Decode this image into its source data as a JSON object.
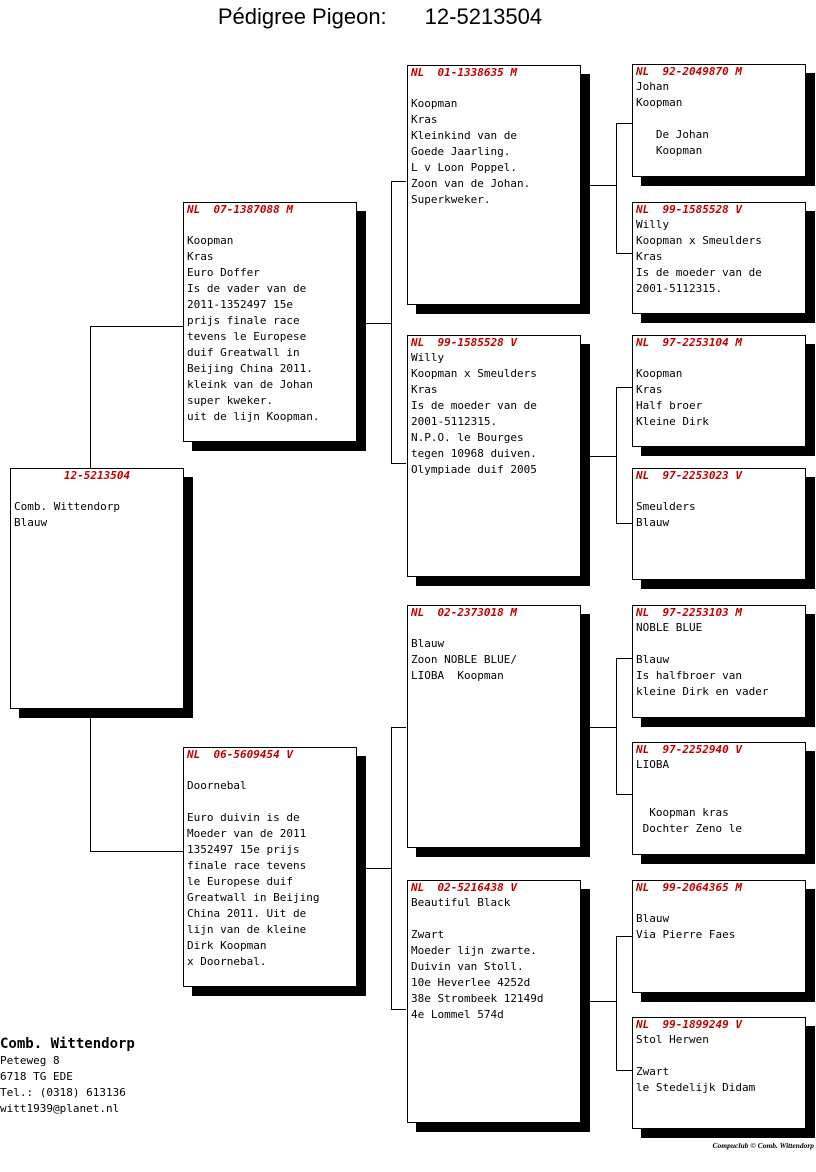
{
  "title": {
    "label": "Pédigree Pigeon:",
    "number": "12-5213504"
  },
  "pigeons": {
    "root": {
      "header": "12-5213504",
      "body": "\nComb. Wittendorp\nBlauw"
    },
    "father": {
      "header": "NL  07-1387088 M",
      "body": "\nKoopman\nKras\nEuro Doffer\nIs de vader van de\n2011-1352497 15e\nprijs finale race\ntevens le Europese\nduif Greatwall in\nBeijing China 2011.\nkleink van de Johan\nsuper kweker.\nuit de lijn Koopman."
    },
    "mother": {
      "header": "NL  06-5609454 V",
      "body": "\nDoornebal\n\nEuro duivin is de\nMoeder van de 2011\n1352497 15e prijs\nfinale race tevens\nle Europese duif\nGreatwall in Beijing\nChina 2011. Uit de\nlijn van de kleine\nDirk Koopman\nx Doornebal."
    },
    "ff": {
      "header": "NL  01-1338635 M",
      "body": "\nKoopman\nKras\nKleinkind van de\nGoede Jaarling.\nL v Loon Poppel.\nZoon van de Johan.\nSuperkweker."
    },
    "fm": {
      "header": "NL  99-1585528 V",
      "body": "Willy\nKoopman x Smeulders\nKras\nIs de moeder van de\n2001-5112315.\nN.P.O. le Bourges\ntegen 10968 duiven.\nOlympiade duif 2005"
    },
    "mf": {
      "header": "NL  02-2373018 M",
      "body": "\nBlauw\nZoon NOBLE BLUE/\nLIOBA  Koopman"
    },
    "mm": {
      "header": "NL  02-5216438 V",
      "body": "Beautiful Black\n\nZwart\nMoeder lijn zwarte.\nDuivin van Stoll.\n10e Heverlee 4252d\n38e Strombeek 12149d\n4e Lommel 574d"
    },
    "fff": {
      "header": "NL  92-2049870 M",
      "body": "Johan\nKoopman\n\n   De Johan\n   Koopman"
    },
    "ffm": {
      "header": "NL  99-1585528 V",
      "body": "Willy\nKoopman x Smeulders\nKras\nIs de moeder van de\n2001-5112315."
    },
    "fmf": {
      "header": "NL  97-2253104 M",
      "body": "\nKoopman\nKras\nHalf broer\nKleine Dirk"
    },
    "fmm": {
      "header": "NL  97-2253023 V",
      "body": "\nSmeulders\nBlauw"
    },
    "mff": {
      "header": "NL  97-2253103 M",
      "body": "NOBLE BLUE\n\nBlauw\nIs halfbroer van\nkleine Dirk en vader"
    },
    "mfm": {
      "header": "NL  97-2252940 V",
      "body": "LIOBA\n\n\n  Koopman kras\n Dochter Zeno le"
    },
    "mmf": {
      "header": "NL  99-2064365 M",
      "body": "\nBlauw\nVia Pierre Faes"
    },
    "mmm": {
      "header": "NL  99-1899249 V",
      "body": "Stol Herwen\n\nZwart\nle Stedelijk Didam"
    }
  },
  "owner": {
    "name": "Comb. Wittendorp",
    "street": "Peteweg 8",
    "city": "6718 TG  EDE",
    "phone": "Tel.: (0318) 613136",
    "email": "witt1939@planet.nl"
  },
  "footer": "Compuclub © Comb. Wittendorp"
}
